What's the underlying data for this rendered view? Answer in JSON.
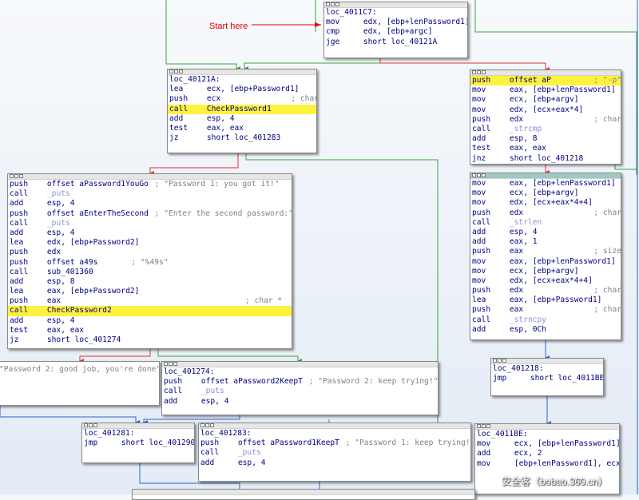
{
  "annotation": {
    "start_label": "Start here"
  },
  "watermark": "安全客（bobao.360.cn）",
  "colors": {
    "highlight": "#fff23c",
    "edge_true": "#3aa63a",
    "edge_false": "#e53030",
    "edge_normal": "#3060d0",
    "code": "#000080",
    "comment": "#808080",
    "annotation": "#e00000"
  },
  "blocks": [
    {
      "id": "loc_4011C7",
      "lines": [
        {
          "label": "loc_4011C7:"
        },
        {
          "mn": "mov",
          "op": "edx, [ebp+lenPassword1]"
        },
        {
          "mn": "cmp",
          "op": "edx, [ebp+argc]"
        },
        {
          "mn": "jge",
          "op": "short loc_40121A"
        }
      ]
    },
    {
      "id": "loc_40121A",
      "lines": [
        {
          "label": "loc_40121A:"
        },
        {
          "mn": "lea",
          "op": "ecx, [ebp+Password1]"
        },
        {
          "mn": "push",
          "op": "ecx",
          "cm": "; char *"
        },
        {
          "mn": "call",
          "op": "CheckPassword1",
          "hl": true
        },
        {
          "mn": "add",
          "op": "esp, 4"
        },
        {
          "mn": "test",
          "op": "eax, eax"
        },
        {
          "mn": "jz",
          "op": "short loc_401283"
        }
      ]
    },
    {
      "id": "blk_argcheck",
      "lines": [
        {
          "mn": "push",
          "op": "offset aP",
          "cm": "; \"-p\"",
          "hl": true
        },
        {
          "mn": "mov",
          "op": "eax, [ebp+lenPassword1]"
        },
        {
          "mn": "mov",
          "op": "ecx, [ebp+argv]"
        },
        {
          "mn": "mov",
          "op": "edx, [ecx+eax*4]"
        },
        {
          "mn": "push",
          "op": "edx",
          "cm": "; char *"
        },
        {
          "mn": "call",
          "op": "_strcmp",
          "fn": true
        },
        {
          "mn": "add",
          "op": "esp, 8"
        },
        {
          "mn": "test",
          "op": "eax, eax"
        },
        {
          "mn": "jnz",
          "op": "short loc_401218"
        }
      ]
    },
    {
      "id": "blk_pw1ok",
      "lines": [
        {
          "mn": "push",
          "op": "offset aPassword1YouGo",
          "cm": "; \"Password 1: you got it!\""
        },
        {
          "mn": "call",
          "op": "_puts",
          "fn": true
        },
        {
          "mn": "add",
          "op": "esp, 4"
        },
        {
          "mn": "push",
          "op": "offset aEnterTheSecond",
          "cm": "; \"Enter the second password:\""
        },
        {
          "mn": "call",
          "op": "_puts",
          "fn": true
        },
        {
          "mn": "add",
          "op": "esp, 4"
        },
        {
          "mn": "lea",
          "op": "edx, [ebp+Password2]"
        },
        {
          "mn": "push",
          "op": "edx"
        },
        {
          "mn": "push",
          "op": "offset a49s",
          "cm": "; \"%49s\""
        },
        {
          "mn": "call",
          "op": "sub_401360"
        },
        {
          "mn": "add",
          "op": "esp, 8"
        },
        {
          "mn": "lea",
          "op": "eax, [ebp+Password2]"
        },
        {
          "mn": "push",
          "op": "eax",
          "cm": "; char *"
        },
        {
          "mn": "call",
          "op": "CheckPassword2",
          "hl": true
        },
        {
          "mn": "add",
          "op": "esp, 4"
        },
        {
          "mn": "test",
          "op": "eax, eax"
        },
        {
          "mn": "jz",
          "op": "short loc_401274"
        }
      ]
    },
    {
      "id": "blk_copy",
      "lines": [
        {
          "mn": "mov",
          "op": "eax, [ebp+lenPassword1]"
        },
        {
          "mn": "mov",
          "op": "ecx, [ebp+argv]"
        },
        {
          "mn": "mov",
          "op": "edx, [ecx+eax*4+4]"
        },
        {
          "mn": "push",
          "op": "edx",
          "cm": "; char *"
        },
        {
          "mn": "call",
          "op": "_strlen",
          "fn": true
        },
        {
          "mn": "add",
          "op": "esp, 4"
        },
        {
          "mn": "add",
          "op": "eax, 1"
        },
        {
          "mn": "push",
          "op": "eax",
          "cm": "; size_t"
        },
        {
          "mn": "mov",
          "op": "eax, [ebp+lenPassword1]"
        },
        {
          "mn": "mov",
          "op": "ecx, [ebp+argv]"
        },
        {
          "mn": "mov",
          "op": "edx, [ecx+eax*4+4]"
        },
        {
          "mn": "push",
          "op": "edx",
          "cm": "; char *"
        },
        {
          "mn": "lea",
          "op": "eax, [ebp+Password1]"
        },
        {
          "mn": "push",
          "op": "eax",
          "cm": "; char *"
        },
        {
          "mn": "call",
          "op": "_strncpy",
          "fn": true
        },
        {
          "mn": "add",
          "op": "esp, 0Ch"
        }
      ]
    },
    {
      "id": "blk_pw2ok",
      "lines": [
        {
          "cmt": "\"Password 2: good job, you're done\""
        }
      ]
    },
    {
      "id": "loc_401274",
      "lines": [
        {
          "label": "loc_401274:"
        },
        {
          "mn": "push",
          "op": "offset aPassword2KeepT",
          "cm": "; \"Password 2: keep trying!\""
        },
        {
          "mn": "call",
          "op": "_puts",
          "fn": true
        },
        {
          "mn": "add",
          "op": "esp, 4"
        }
      ]
    },
    {
      "id": "loc_401218",
      "lines": [
        {
          "label": "loc_401218:"
        },
        {
          "mn": "jmp",
          "op": "short loc_4011BE"
        }
      ]
    },
    {
      "id": "loc_401281",
      "lines": [
        {
          "label": "loc_401281:"
        },
        {
          "mn": "jmp",
          "op": "short loc_401290"
        }
      ]
    },
    {
      "id": "loc_401283",
      "lines": [
        {
          "label": "loc_401283:"
        },
        {
          "mn": "push",
          "op": "offset aPassword1KeepT",
          "cm": "; \"Password 1: keep trying!\""
        },
        {
          "mn": "call",
          "op": "_puts",
          "fn": true
        },
        {
          "mn": "add",
          "op": "esp, 4"
        }
      ]
    },
    {
      "id": "loc_4011BE",
      "lines": [
        {
          "label": "loc_4011BE:"
        },
        {
          "mn": "mov",
          "op": "ecx, [ebp+lenPassword1]"
        },
        {
          "mn": "add",
          "op": "ecx, 2"
        },
        {
          "mn": "mov",
          "op": "[ebp+lenPassword1], ecx"
        }
      ]
    }
  ]
}
